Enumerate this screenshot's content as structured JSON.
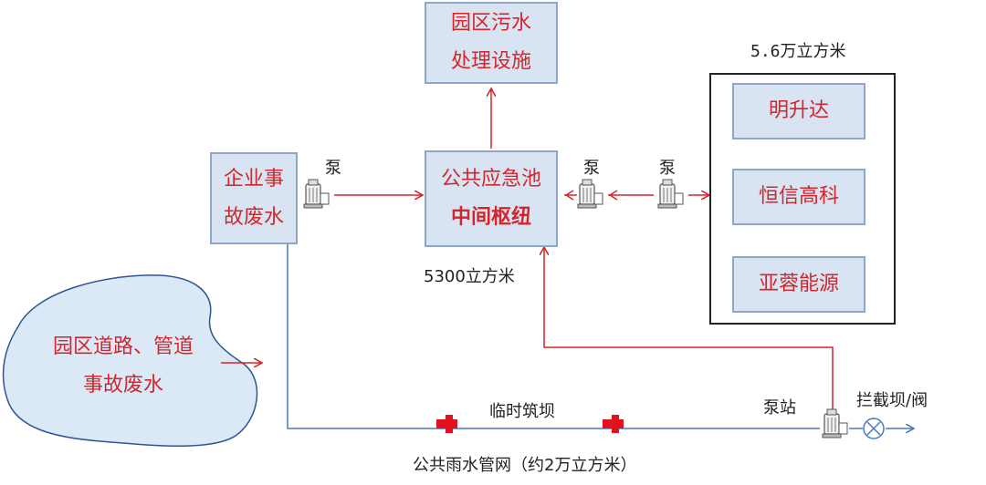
{
  "nodes": {
    "sewage_plant": {
      "line1": "园区污水",
      "line2": "处理设施"
    },
    "enterprise": {
      "line1": "企业事",
      "line2": "故废水"
    },
    "emergency_pool": {
      "line1": "公共应急池",
      "line2": "中间枢纽"
    },
    "mingshengda": "明升达",
    "hengxin": "恒信高科",
    "yarong": "亚蓉能源",
    "road_pipe": {
      "line1": "园区道路、管道",
      "line2": "事故废水"
    }
  },
  "labels": {
    "pump_1": "泵",
    "pump_2": "泵",
    "pump_3": "泵",
    "group_capacity": "5.6万立方米",
    "pool_capacity": "5300立方米",
    "temp_dam": "临时筑坝",
    "pump_station": "泵站",
    "dam_valve": "拦截坝/阀",
    "storm_network": "公共雨水管网（约2万立方米）"
  },
  "colors": {
    "box_fill": "#d9e4f2",
    "box_border": "#8ea6c8",
    "node_text": "#d4252c",
    "flow_red": "#d4252c",
    "pipe_blue": "#4a78c2",
    "blob_fill": "#dbe8f5",
    "blob_border": "#2f5597"
  },
  "icons": [
    "pump-icon",
    "dam-block-icon",
    "valve-icon",
    "arrow-icon"
  ]
}
